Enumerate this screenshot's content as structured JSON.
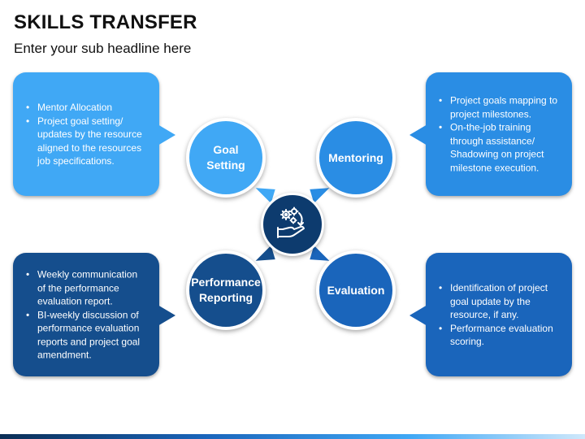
{
  "header": {
    "title": "SKILLS TRANSFER",
    "subtitle": "Enter your sub headline here"
  },
  "nodes": {
    "goal": {
      "label_line1": "Goal",
      "label_line2": "Setting",
      "color": "#40a8f5"
    },
    "mentoring": {
      "label": "Mentoring",
      "color": "#2a8de4"
    },
    "performance": {
      "label_line1": "Performance",
      "label_line2": "Reporting",
      "color": "#154e8d"
    },
    "evaluation": {
      "label": "Evaluation",
      "color": "#1a65bb"
    },
    "center": {
      "icon": "hand-gears-icon",
      "color": "#0d3b6e"
    }
  },
  "cards": {
    "top_left": [
      "Mentor Allocation",
      "Project goal setting/ updates by the resource aligned to the resources job specifications."
    ],
    "top_right": [
      "Project goals mapping to project milestones.",
      "On-the-job training through assistance/ Shadowing on project milestone execution."
    ],
    "bottom_left": [
      "Weekly communication of the performance evaluation report.",
      "BI-weekly discussion of performance evaluation reports and project goal amendment."
    ],
    "bottom_right": [
      "Identification of project goal update by the resource, if any.",
      "Performance evaluation scoring."
    ]
  }
}
